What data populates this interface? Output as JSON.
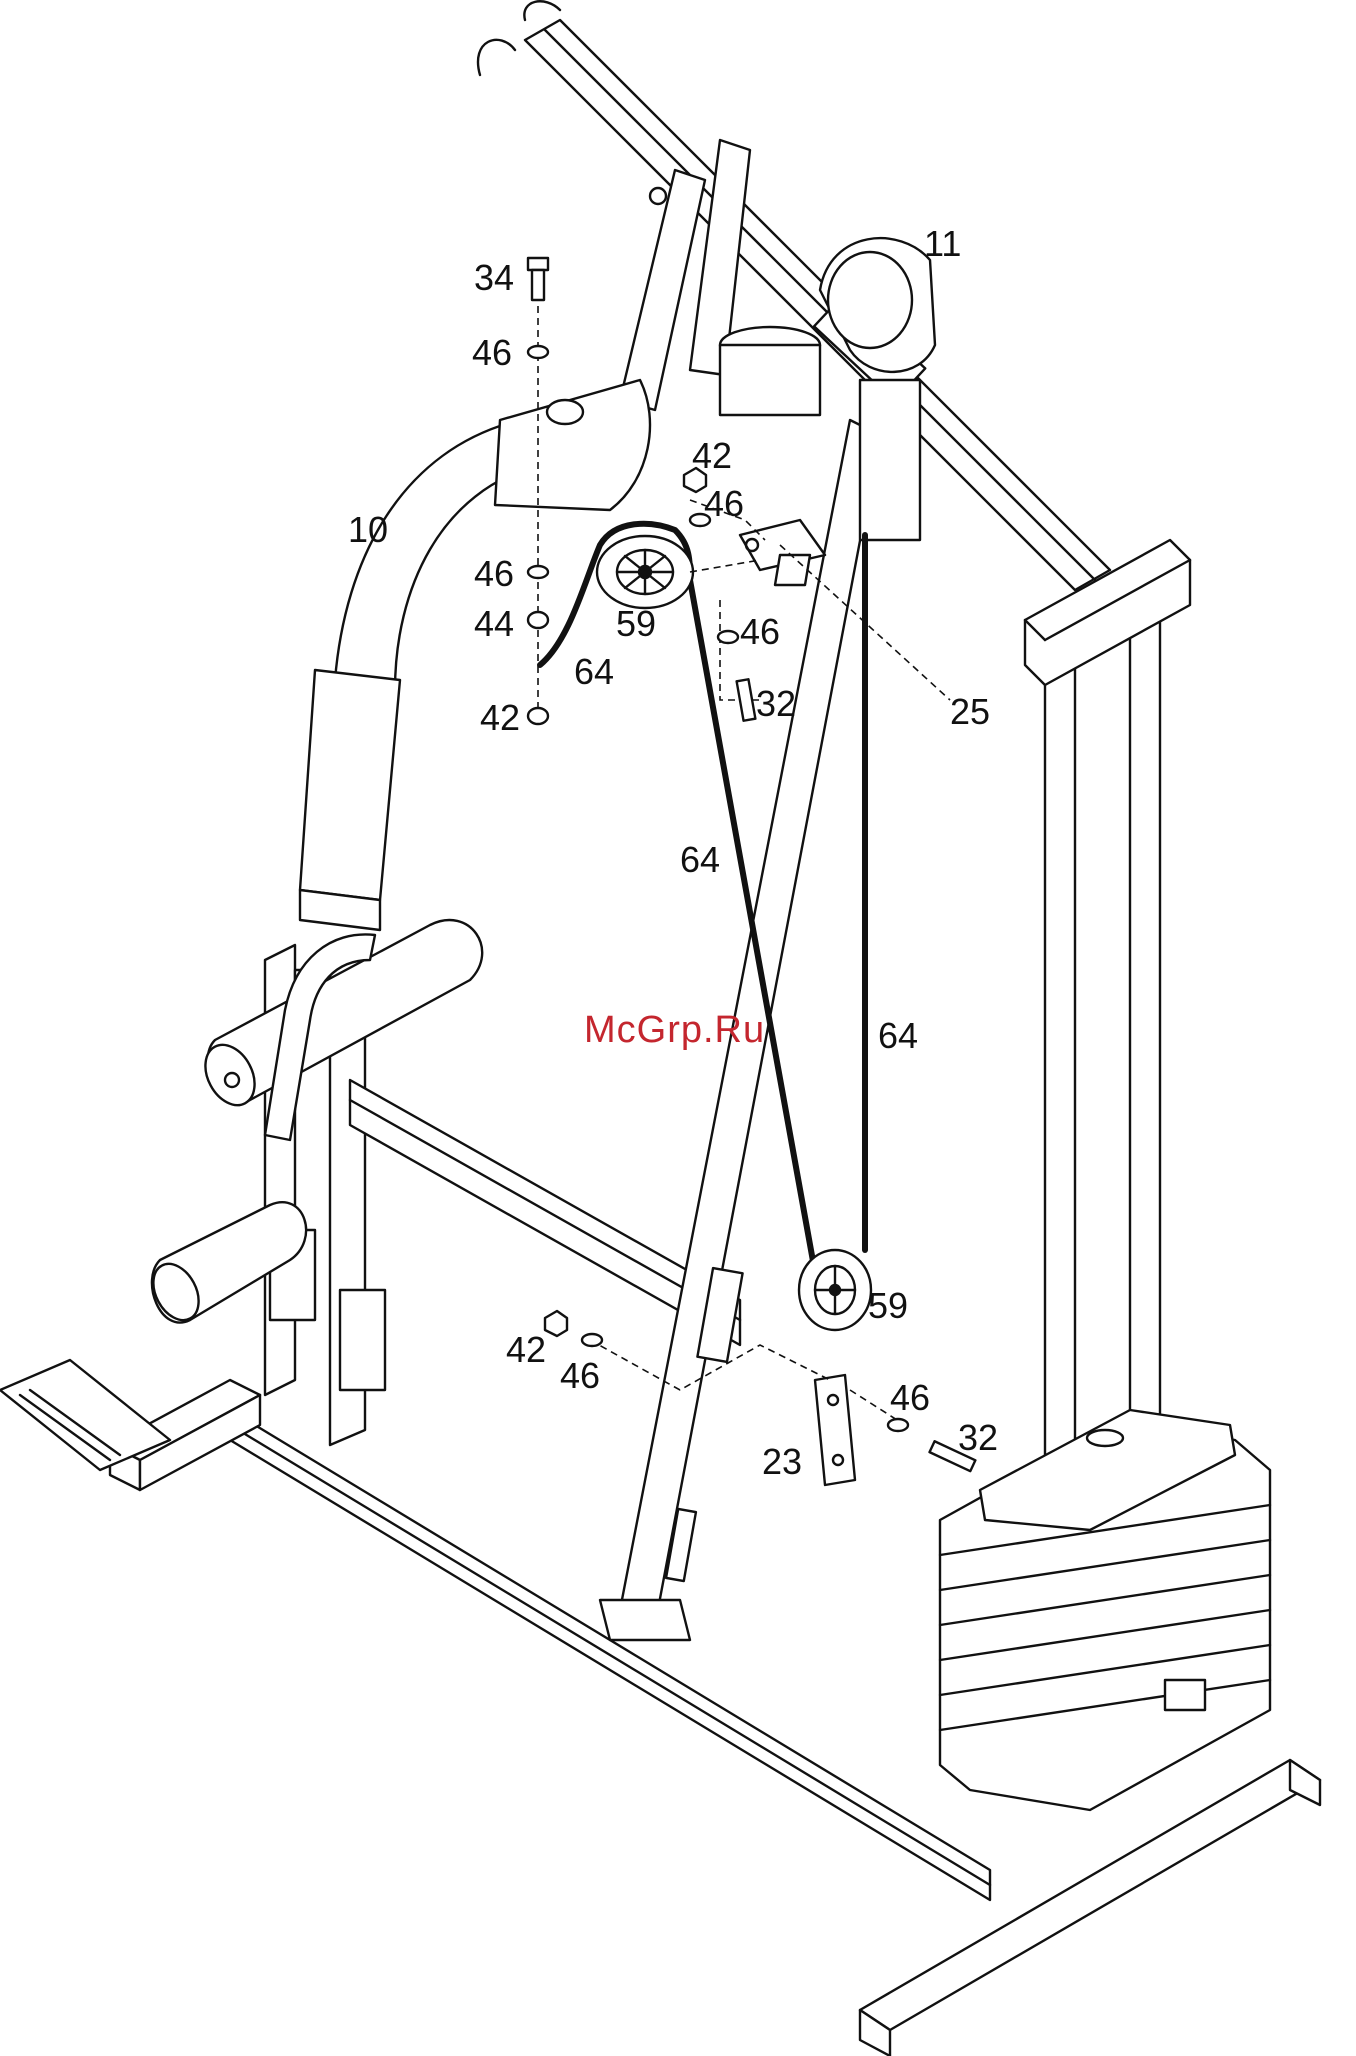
{
  "watermark": "McGrp.Ru",
  "callouts": {
    "c34": "34",
    "c46_top": "46",
    "c10": "10",
    "c46_mid": "46",
    "c44": "44",
    "c64_short": "64",
    "c42_left": "42",
    "c11": "11",
    "c42_top": "42",
    "c46_bracket": "46",
    "c59_top": "59",
    "c46_right": "46",
    "c25": "25",
    "c32_top": "32",
    "c64_mid": "64",
    "c64_right": "64",
    "c59_bottom": "59",
    "c42_bottom": "42",
    "c46_bottom_left": "46",
    "c46_bottom_right": "46",
    "c32_bottom": "32",
    "c23": "23"
  },
  "colors": {
    "line": "#111111",
    "watermark": "#c4262e",
    "background": "#ffffff"
  }
}
